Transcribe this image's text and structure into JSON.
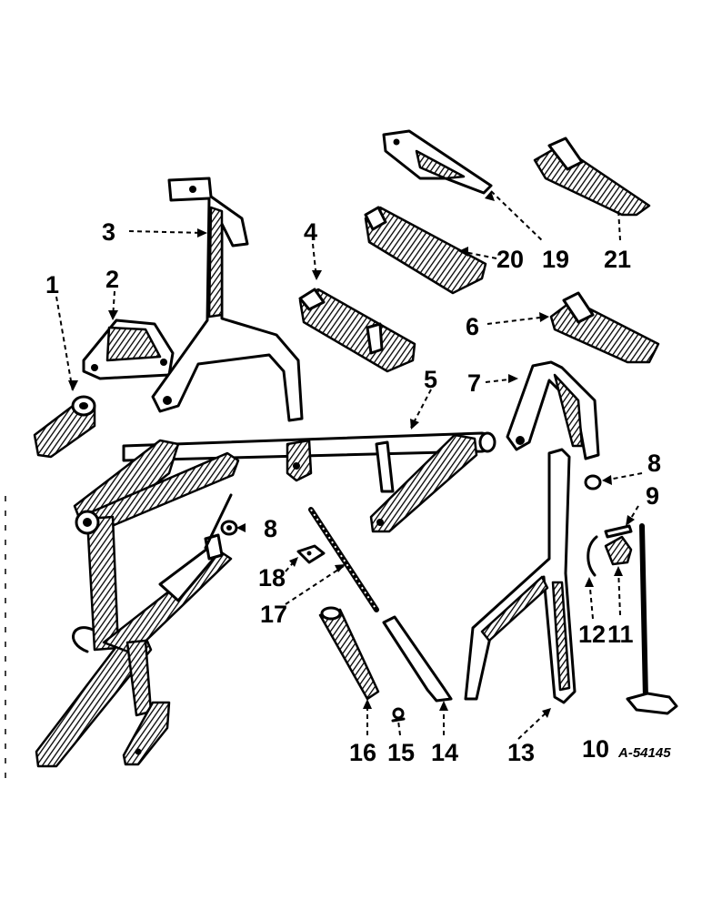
{
  "diagram": {
    "reference_code": "A-54145",
    "callouts": [
      {
        "id": "1",
        "label": "1"
      },
      {
        "id": "2",
        "label": "2"
      },
      {
        "id": "3",
        "label": "3"
      },
      {
        "id": "4",
        "label": "4"
      },
      {
        "id": "5",
        "label": "5"
      },
      {
        "id": "6",
        "label": "6"
      },
      {
        "id": "7",
        "label": "7"
      },
      {
        "id": "8a",
        "label": "8"
      },
      {
        "id": "8b",
        "label": "8"
      },
      {
        "id": "9",
        "label": "9"
      },
      {
        "id": "10",
        "label": "10"
      },
      {
        "id": "11",
        "label": "11"
      },
      {
        "id": "12",
        "label": "12"
      },
      {
        "id": "13",
        "label": "13"
      },
      {
        "id": "14",
        "label": "14"
      },
      {
        "id": "15",
        "label": "15"
      },
      {
        "id": "16",
        "label": "16"
      },
      {
        "id": "17",
        "label": "17"
      },
      {
        "id": "18",
        "label": "18"
      },
      {
        "id": "19",
        "label": "19"
      },
      {
        "id": "20",
        "label": "20"
      },
      {
        "id": "21",
        "label": "21"
      }
    ]
  }
}
